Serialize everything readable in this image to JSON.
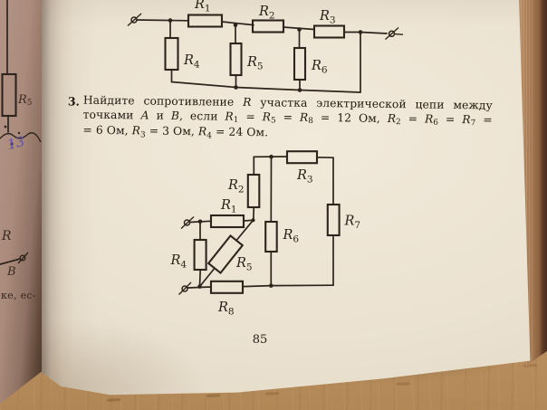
{
  "colors": {
    "ink": "#2b221a",
    "paper": "#ece3d3",
    "wood": "#c79f6e",
    "handwriting_blue": "#5f51a8",
    "left_page_shadow": "#8f7263"
  },
  "page": {
    "number": "85",
    "problem": {
      "num": "3.",
      "lines": [
        [
          {
            "t": "Найдите сопротивление "
          },
          {
            "i": "R"
          },
          {
            "t": " участка электрической цепи между"
          }
        ],
        [
          {
            "t": "точками "
          },
          {
            "i": "А"
          },
          {
            "t": " и "
          },
          {
            "i": "В"
          },
          {
            "t": ", если "
          },
          {
            "i": "R"
          },
          {
            "s": "1"
          },
          {
            "t": " = "
          },
          {
            "i": "R"
          },
          {
            "s": "5"
          },
          {
            "t": " = "
          },
          {
            "i": "R"
          },
          {
            "s": "8"
          },
          {
            "t": " = 12 Ом, "
          },
          {
            "i": "R"
          },
          {
            "s": "2"
          },
          {
            "t": " = "
          },
          {
            "i": "R"
          },
          {
            "s": "6"
          },
          {
            "t": " = "
          },
          {
            "i": "R"
          },
          {
            "s": "7"
          },
          {
            "t": " ="
          }
        ],
        [
          {
            "t": "= 6 Ом, "
          },
          {
            "i": "R"
          },
          {
            "s": "3"
          },
          {
            "t": " = 3 Ом, "
          },
          {
            "i": "R"
          },
          {
            "s": "4"
          },
          {
            "t": " = 24 Ом."
          }
        ]
      ]
    },
    "circuit_top": {
      "labels": {
        "r1": {
          "base": "R",
          "sub": "1"
        },
        "r2": {
          "base": "R",
          "sub": "2"
        },
        "r3": {
          "base": "R",
          "sub": "3"
        },
        "r4": {
          "base": "R",
          "sub": "4"
        },
        "r5": {
          "base": "R",
          "sub": "5"
        },
        "r6": {
          "base": "R",
          "sub": "6"
        }
      }
    },
    "circuit_main": {
      "labels": {
        "r1": {
          "base": "R",
          "sub": "1"
        },
        "r2": {
          "base": "R",
          "sub": "2"
        },
        "r3": {
          "base": "R",
          "sub": "3"
        },
        "r4": {
          "base": "R",
          "sub": "4"
        },
        "r5": {
          "base": "R",
          "sub": "5"
        },
        "r6": {
          "base": "R",
          "sub": "6"
        },
        "r7": {
          "base": "R",
          "sub": "7"
        },
        "r8": {
          "base": "R",
          "sub": "8"
        }
      }
    }
  },
  "left_page": {
    "r5_label": {
      "base": "R",
      "sub": "5"
    },
    "handwritten_note": "13",
    "r_fragment": "R",
    "b_fragment": "B",
    "text_fragment": "ке, ес-"
  }
}
